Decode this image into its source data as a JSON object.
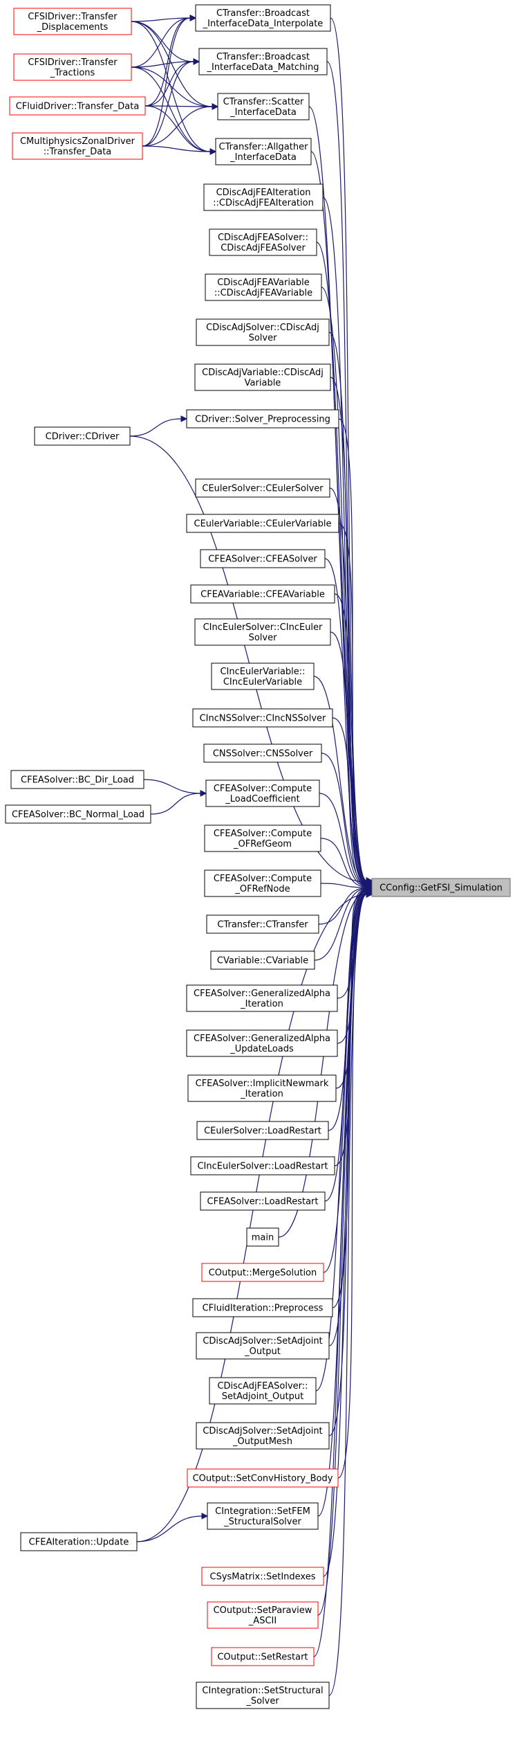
{
  "target": {
    "label": [
      "CConfig::GetFSI_Simulation"
    ]
  },
  "callers": [
    {
      "id": "bcast_interp",
      "label": [
        "CTransfer::Broadcast",
        "_InterfaceData_Interpolate"
      ],
      "red": false
    },
    {
      "id": "bcast_match",
      "label": [
        "CTransfer::Broadcast",
        "_InterfaceData_Matching"
      ],
      "red": false
    },
    {
      "id": "scatter",
      "label": [
        "CTransfer::Scatter",
        "_InterfaceData"
      ],
      "red": false
    },
    {
      "id": "allgather",
      "label": [
        "CTransfer::Allgather",
        "_InterfaceData"
      ],
      "red": false
    },
    {
      "id": "discadjfeait",
      "label": [
        "CDiscAdjFEAIteration",
        "::CDiscAdjFEAIteration"
      ],
      "red": false
    },
    {
      "id": "discadjfeasolver",
      "label": [
        "CDiscAdjFEASolver::",
        "CDiscAdjFEASolver"
      ],
      "red": false
    },
    {
      "id": "discadjfeavar",
      "label": [
        "CDiscAdjFEAVariable",
        "::CDiscAdjFEAVariable"
      ],
      "red": false
    },
    {
      "id": "discadjsolver",
      "label": [
        "CDiscAdjSolver::CDiscAdj",
        "Solver"
      ],
      "red": false
    },
    {
      "id": "discadjvar",
      "label": [
        "CDiscAdjVariable::CDiscAdj",
        "Variable"
      ],
      "red": false
    },
    {
      "id": "solverpre",
      "label": [
        "CDriver::Solver_Preprocessing"
      ],
      "red": false
    },
    {
      "id": "cdriver",
      "label": [
        "CDriver::CDriver"
      ],
      "red": false
    },
    {
      "id": "eulersolver",
      "label": [
        "CEulerSolver::CEulerSolver"
      ],
      "red": false
    },
    {
      "id": "eulervar",
      "label": [
        "CEulerVariable::CEulerVariable"
      ],
      "red": false
    },
    {
      "id": "feasolver",
      "label": [
        "CFEASolver::CFEASolver"
      ],
      "red": false
    },
    {
      "id": "feavar",
      "label": [
        "CFEAVariable::CFEAVariable"
      ],
      "red": false
    },
    {
      "id": "inceulersolver",
      "label": [
        "CIncEulerSolver::CIncEuler",
        "Solver"
      ],
      "red": false
    },
    {
      "id": "inceulervar",
      "label": [
        "CIncEulerVariable::",
        "CIncEulerVariable"
      ],
      "red": false
    },
    {
      "id": "incns",
      "label": [
        "CIncNSSolver::CIncNSSolver"
      ],
      "red": false
    },
    {
      "id": "ns",
      "label": [
        "CNSSolver::CNSSolver"
      ],
      "red": false
    },
    {
      "id": "loadcoef",
      "label": [
        "CFEASolver::Compute",
        "_LoadCoefficient"
      ],
      "red": false
    },
    {
      "id": "refgeom",
      "label": [
        "CFEASolver::Compute",
        "_OFRefGeom"
      ],
      "red": false
    },
    {
      "id": "refnode",
      "label": [
        "CFEASolver::Compute",
        "_OFRefNode"
      ],
      "red": false
    },
    {
      "id": "ctransfer",
      "label": [
        "CTransfer::CTransfer"
      ],
      "red": false
    },
    {
      "id": "cvariable",
      "label": [
        "CVariable::CVariable"
      ],
      "red": false
    },
    {
      "id": "genalpha_it",
      "label": [
        "CFEASolver::GeneralizedAlpha",
        "_Iteration"
      ],
      "red": false
    },
    {
      "id": "genalpha_up",
      "label": [
        "CFEASolver::GeneralizedAlpha",
        "_UpdateLoads"
      ],
      "red": false
    },
    {
      "id": "implicit",
      "label": [
        "CFEASolver::ImplicitNewmark",
        "_Iteration"
      ],
      "red": false
    },
    {
      "id": "euler_lr",
      "label": [
        "CEulerSolver::LoadRestart"
      ],
      "red": false
    },
    {
      "id": "inceuler_lr",
      "label": [
        "CIncEulerSolver::LoadRestart"
      ],
      "red": false
    },
    {
      "id": "fea_lr",
      "label": [
        "CFEASolver::LoadRestart"
      ],
      "red": false
    },
    {
      "id": "main",
      "label": [
        "main"
      ],
      "red": false
    },
    {
      "id": "merge",
      "label": [
        "COutput::MergeSolution"
      ],
      "red": true
    },
    {
      "id": "fluidpre",
      "label": [
        "CFluidIteration::Preprocess"
      ],
      "red": false
    },
    {
      "id": "setadj",
      "label": [
        "CDiscAdjSolver::SetAdjoint",
        "_Output"
      ],
      "red": false
    },
    {
      "id": "feasetadj",
      "label": [
        "CDiscAdjFEASolver::",
        "SetAdjoint_Output"
      ],
      "red": false
    },
    {
      "id": "setadjmesh",
      "label": [
        "CDiscAdjSolver::SetAdjoint",
        "_OutputMesh"
      ],
      "red": false
    },
    {
      "id": "convhist",
      "label": [
        "COutput::SetConvHistory_Body"
      ],
      "red": true
    },
    {
      "id": "setfem",
      "label": [
        "CIntegration::SetFEM",
        "_StructuralSolver"
      ],
      "red": false
    },
    {
      "id": "feaitupdate",
      "label": [
        "CFEAIteration::Update"
      ],
      "red": false
    },
    {
      "id": "setindexes",
      "label": [
        "CSysMatrix::SetIndexes"
      ],
      "red": true
    },
    {
      "id": "paraview",
      "label": [
        "COutput::SetParaview",
        "_ASCII"
      ],
      "red": true
    },
    {
      "id": "setrestart",
      "label": [
        "COutput::SetRestart"
      ],
      "red": true
    },
    {
      "id": "setstruct",
      "label": [
        "CIntegration::SetStructural",
        "_Solver"
      ],
      "red": false
    },
    {
      "id": "fsi_disp",
      "label": [
        "CFSIDriver::Transfer",
        "_Displacements"
      ],
      "red": true
    },
    {
      "id": "fsi_trac",
      "label": [
        "CFSIDriver::Transfer",
        "_Tractions"
      ],
      "red": true
    },
    {
      "id": "fluid_td",
      "label": [
        "CFluidDriver::Transfer_Data"
      ],
      "red": true
    },
    {
      "id": "multiphys",
      "label": [
        "CMultiphysicsZonalDriver",
        "::Transfer_Data"
      ],
      "red": true
    },
    {
      "id": "bcdir",
      "label": [
        "CFEASolver::BC_Dir_Load"
      ],
      "red": false
    },
    {
      "id": "bcnormal",
      "label": [
        "CFEASolver::BC_Normal_Load"
      ],
      "red": false
    }
  ],
  "edges": [
    [
      "fsi_disp",
      "bcast_interp"
    ],
    [
      "fsi_disp",
      "bcast_match"
    ],
    [
      "fsi_disp",
      "scatter"
    ],
    [
      "fsi_disp",
      "allgather"
    ],
    [
      "fsi_trac",
      "bcast_interp"
    ],
    [
      "fsi_trac",
      "bcast_match"
    ],
    [
      "fsi_trac",
      "scatter"
    ],
    [
      "fsi_trac",
      "allgather"
    ],
    [
      "fluid_td",
      "bcast_interp"
    ],
    [
      "fluid_td",
      "bcast_match"
    ],
    [
      "fluid_td",
      "scatter"
    ],
    [
      "fluid_td",
      "allgather"
    ],
    [
      "multiphys",
      "bcast_interp"
    ],
    [
      "multiphys",
      "bcast_match"
    ],
    [
      "multiphys",
      "scatter"
    ],
    [
      "multiphys",
      "allgather"
    ],
    [
      "cdriver",
      "solverpre"
    ],
    [
      "bcdir",
      "loadcoef"
    ],
    [
      "bcnormal",
      "loadcoef"
    ],
    [
      "feaitupdate",
      "setfem"
    ],
    [
      "bcast_interp",
      "target"
    ],
    [
      "bcast_match",
      "target"
    ],
    [
      "scatter",
      "target"
    ],
    [
      "allgather",
      "target"
    ],
    [
      "discadjfeait",
      "target"
    ],
    [
      "discadjfeasolver",
      "target"
    ],
    [
      "discadjfeavar",
      "target"
    ],
    [
      "discadjsolver",
      "target"
    ],
    [
      "discadjvar",
      "target"
    ],
    [
      "solverpre",
      "target"
    ],
    [
      "cdriver",
      "target"
    ],
    [
      "eulersolver",
      "target"
    ],
    [
      "eulervar",
      "target"
    ],
    [
      "feasolver",
      "target"
    ],
    [
      "feavar",
      "target"
    ],
    [
      "inceulersolver",
      "target"
    ],
    [
      "inceulervar",
      "target"
    ],
    [
      "incns",
      "target"
    ],
    [
      "ns",
      "target"
    ],
    [
      "loadcoef",
      "target"
    ],
    [
      "refgeom",
      "target"
    ],
    [
      "refnode",
      "target"
    ],
    [
      "ctransfer",
      "target"
    ],
    [
      "cvariable",
      "target"
    ],
    [
      "genalpha_it",
      "target"
    ],
    [
      "genalpha_up",
      "target"
    ],
    [
      "implicit",
      "target"
    ],
    [
      "euler_lr",
      "target"
    ],
    [
      "inceuler_lr",
      "target"
    ],
    [
      "fea_lr",
      "target"
    ],
    [
      "main",
      "target"
    ],
    [
      "merge",
      "target"
    ],
    [
      "fluidpre",
      "target"
    ],
    [
      "setadj",
      "target"
    ],
    [
      "feasetadj",
      "target"
    ],
    [
      "setadjmesh",
      "target"
    ],
    [
      "convhist",
      "target"
    ],
    [
      "setfem",
      "target"
    ],
    [
      "feaitupdate",
      "target"
    ],
    [
      "setindexes",
      "target"
    ],
    [
      "paraview",
      "target"
    ],
    [
      "setrestart",
      "target"
    ],
    [
      "setstruct",
      "target"
    ]
  ]
}
